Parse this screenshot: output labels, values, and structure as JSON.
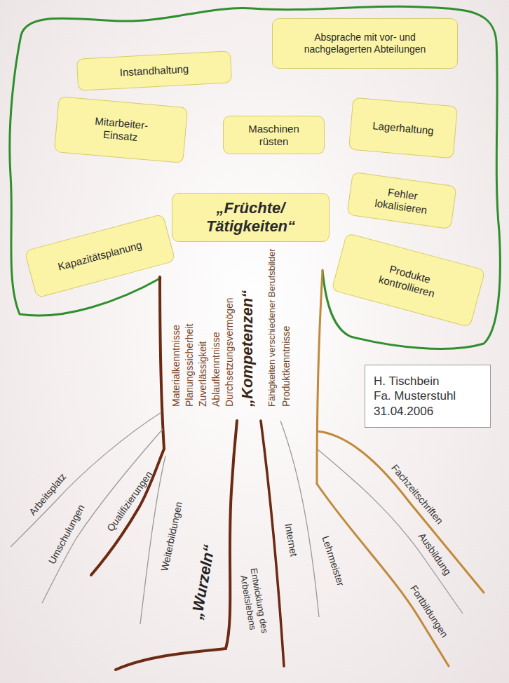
{
  "diagram": {
    "nodes": [
      {
        "text": [
          "Instandhaltung"
        ]
      },
      {
        "text": [
          "Absprache mit vor- und nachgelagerten Abteilungen"
        ]
      },
      {
        "text": [
          "Mitarbeiter- Einsatz"
        ]
      },
      {
        "text": [
          "Maschinen rüsten"
        ]
      },
      {
        "text": [
          "Lagerhaltung"
        ]
      },
      {
        "text": [
          "„Früchte/ Tätigkeiten“"
        ]
      },
      {
        "text": [
          "Fehler lokalisieren"
        ]
      },
      {
        "text": [
          "Kapazitätsplanung"
        ]
      },
      {
        "text": [
          "Produkte kontrollieren"
        ]
      },
      {
        "text": [
          "H. Tischbein",
          "Fa. Musterstuhl",
          "31.04.2006"
        ]
      }
    ],
    "labels": [
      "Materialkenntnisse",
      "Planungssicherheit",
      "Zuverlässigkeit",
      "Ablaufkenntnisse",
      "Durchsetzungsvermögen",
      "„Kompetenzen“",
      "Fähigkeiten verschiedener Berufsbilder",
      "Produktkenntnisse",
      "Arbeitsplatz",
      "Umschulungen",
      "Qualifizierungen",
      "Weiterbildungen",
      "„Wurzeln“",
      "Entwicklung des Arbeitslebens",
      "Internet",
      "Lehrmeister",
      "Fachzeitschriften",
      "Ausbildung",
      "Fortbildungen"
    ]
  }
}
